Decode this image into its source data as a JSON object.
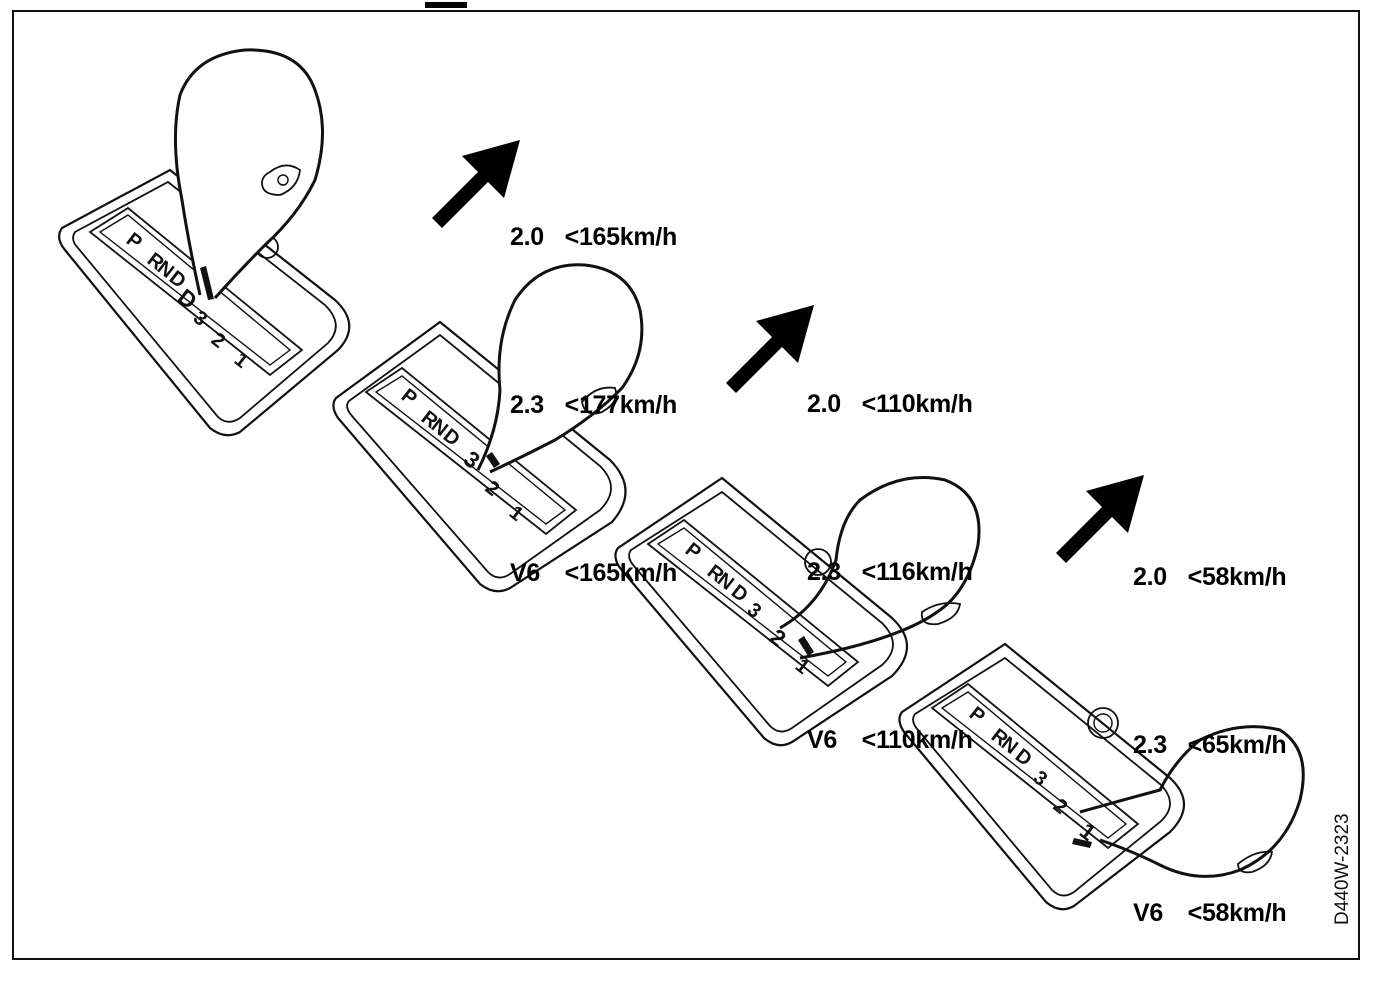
{
  "figure_code": "D440W-2323",
  "stages": [
    {
      "rows": [
        {
          "engine": "2.0",
          "speed": "<165km/h"
        },
        {
          "engine": "2.3",
          "speed": "<177km/h"
        },
        {
          "engine": "V6",
          "speed": "<165km/h"
        }
      ]
    },
    {
      "rows": [
        {
          "engine": "2.0",
          "speed": "<110km/h"
        },
        {
          "engine": "2.3",
          "speed": "<116km/h"
        },
        {
          "engine": "V6",
          "speed": "<110km/h"
        }
      ]
    },
    {
      "rows": [
        {
          "engine": "2.0",
          "speed": "<58km/h"
        },
        {
          "engine": "2.3",
          "speed": "<65km/h"
        },
        {
          "engine": "V6",
          "speed": "<58km/h"
        }
      ]
    }
  ],
  "gate_positions": [
    "P",
    "R",
    "N",
    "D",
    "3",
    "2",
    "1"
  ],
  "selected_positions": [
    "D",
    "3",
    "2",
    "1"
  ],
  "icons": {
    "arrow": "down-arrow-icon",
    "lever": "gear-lever-icon"
  }
}
